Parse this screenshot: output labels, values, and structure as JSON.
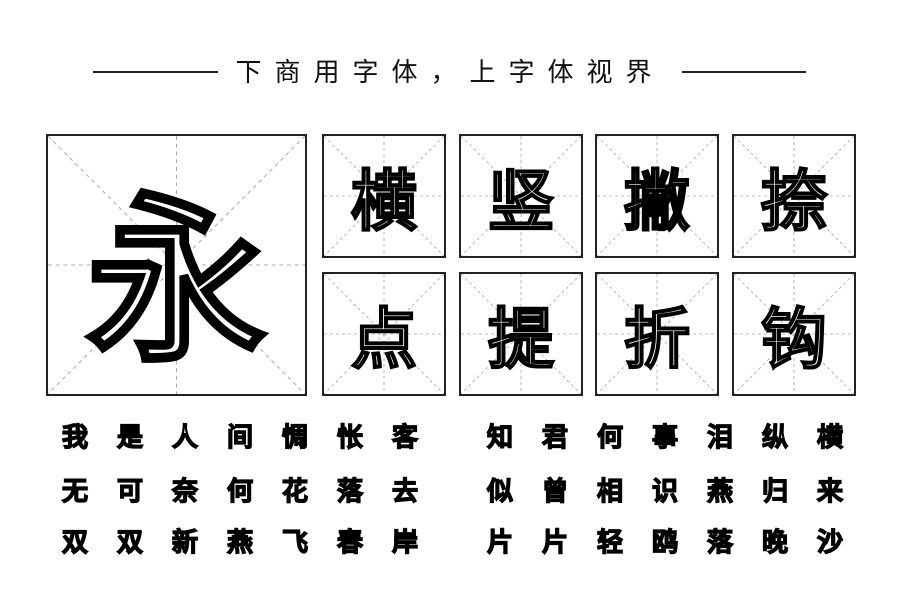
{
  "title": "下商用字体，上字体视界",
  "main_char": "永",
  "strokes_row1": [
    "横",
    "竖",
    "撇",
    "捺"
  ],
  "strokes_row2": [
    "点",
    "提",
    "折",
    "钩"
  ],
  "poem_left": [
    "我是人间惆怅客",
    "无可奈何花落去",
    "双双新燕飞春岸"
  ],
  "poem_right": [
    "知君何事泪纵横",
    "似曾相识燕归来",
    "片片轻鸥落晚沙"
  ],
  "colors": {
    "ink": "#000000",
    "grid_line": "#aaaaaa",
    "background": "#ffffff"
  }
}
